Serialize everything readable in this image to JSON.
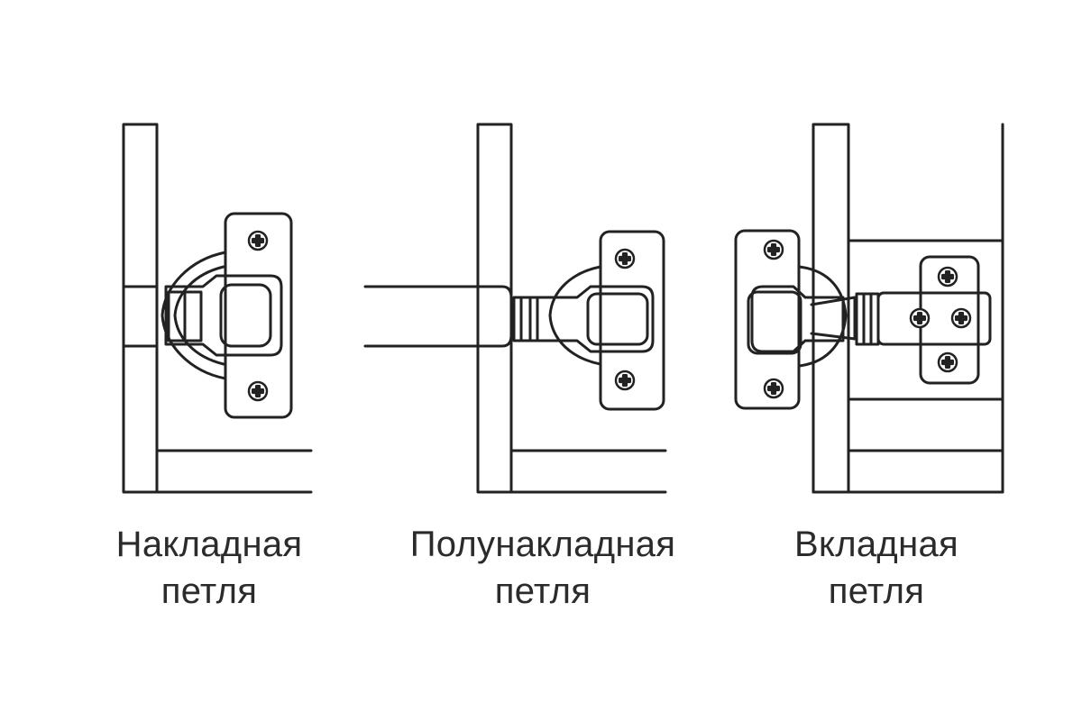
{
  "hinges": [
    {
      "id": "overlay",
      "line1": "Накладная",
      "line2": "петля"
    },
    {
      "id": "half-overlay",
      "line1": "Полунакладная",
      "line2": "петля"
    },
    {
      "id": "inset",
      "line1": "Вкладная",
      "line2": "петля"
    }
  ],
  "colors": {
    "line": "#222222",
    "background": "#ffffff",
    "text": "#2b2b2b"
  }
}
